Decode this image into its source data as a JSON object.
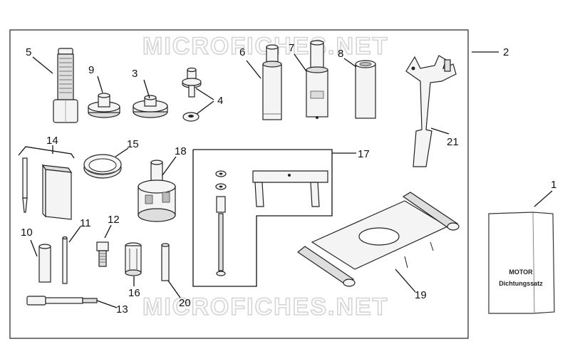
{
  "diagram": {
    "watermark_top": "MICROFICHES.NET",
    "watermark_bottom": "MICROFICHES.NET",
    "callouts": [
      "1",
      "2",
      "3",
      "4",
      "5",
      "6",
      "7",
      "8",
      "9",
      "10",
      "11",
      "12",
      "13",
      "14",
      "15",
      "16",
      "17",
      "18",
      "19",
      "20",
      "21"
    ],
    "package": {
      "line1": "MOTOR",
      "line2": "Dichtungssatz"
    }
  },
  "colors": {
    "line": "#111111",
    "part_fill": "#f4f4f4",
    "part_shade": "#dedede",
    "watermark": "#d4d4d4"
  }
}
